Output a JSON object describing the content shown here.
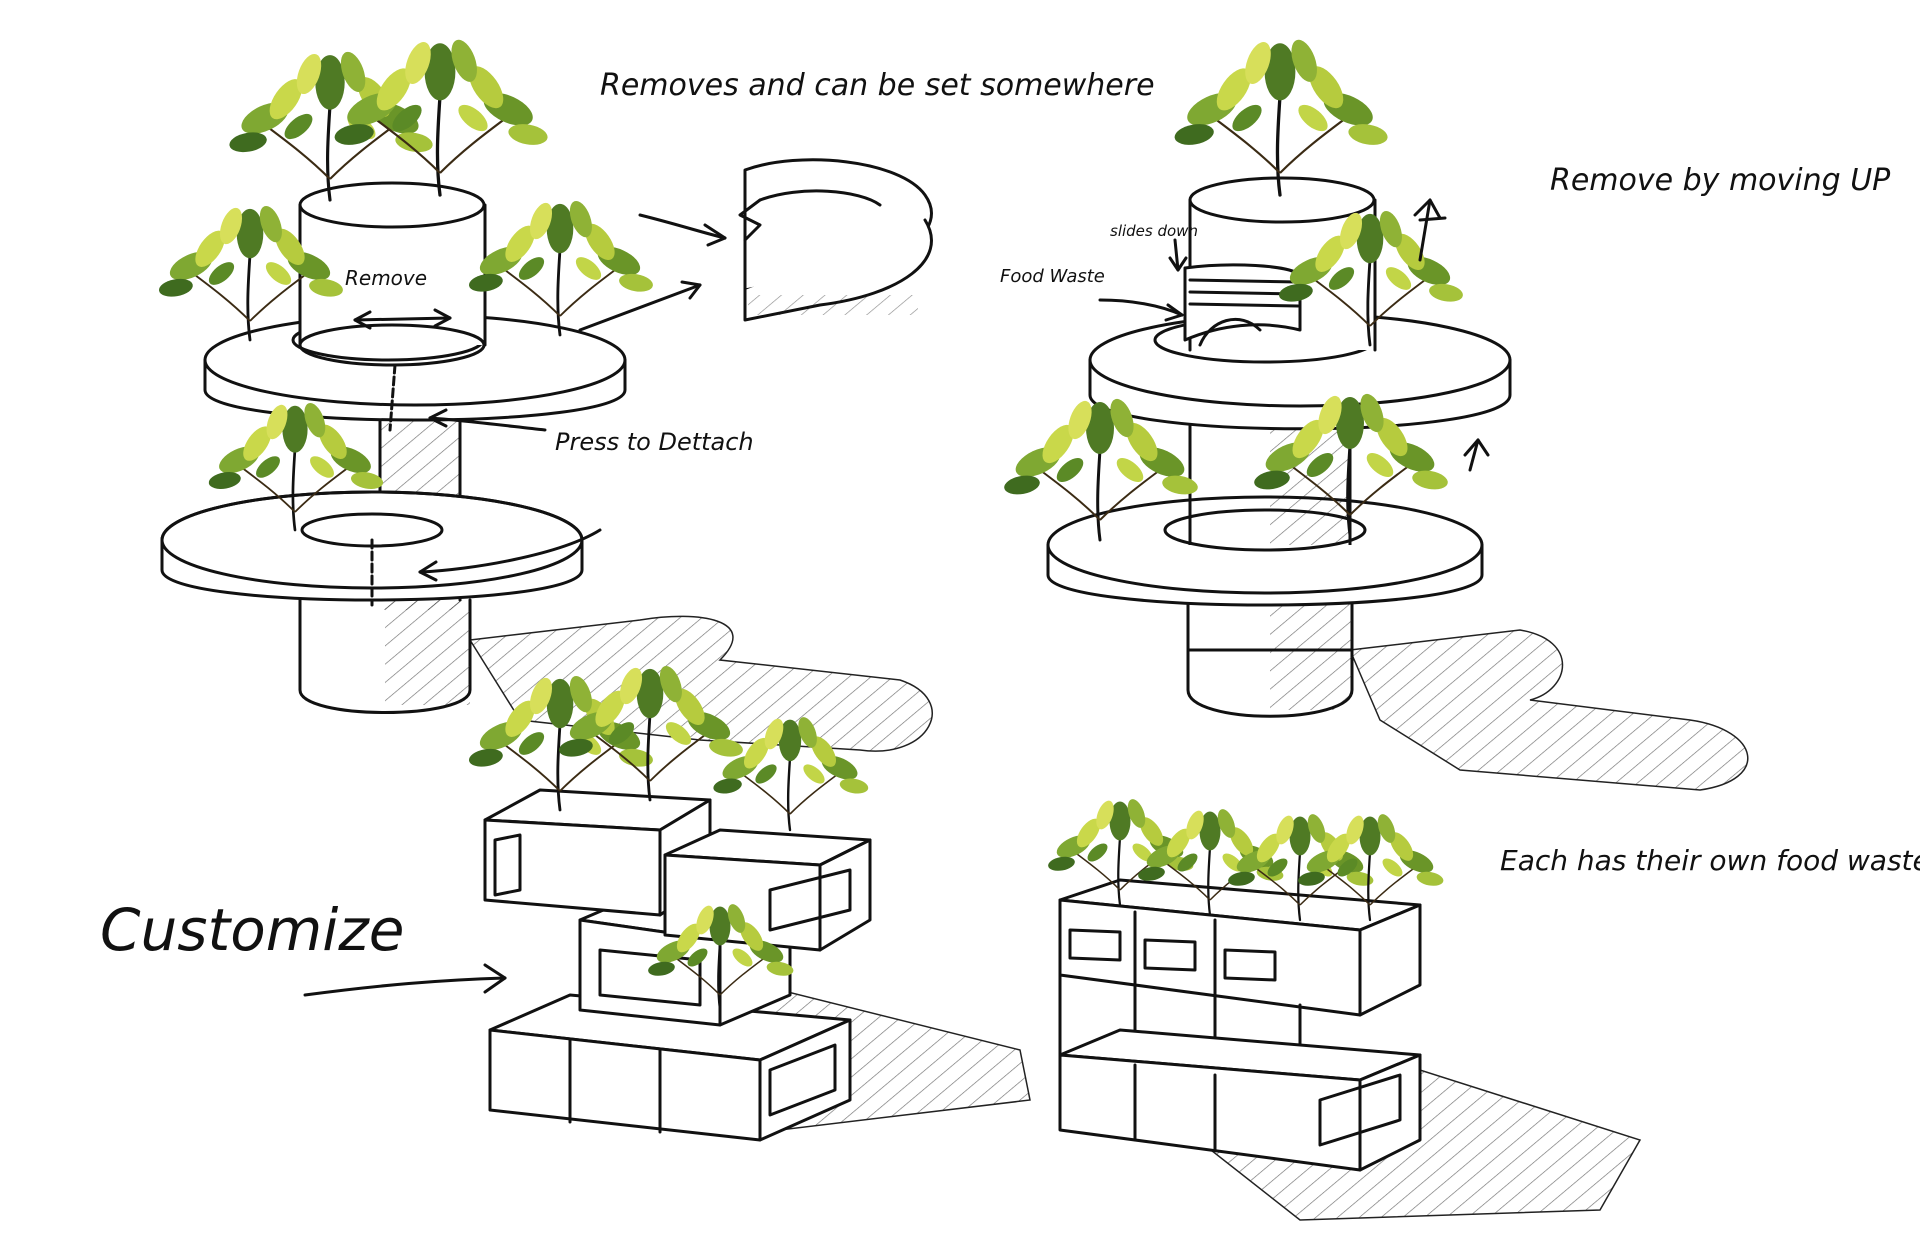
{
  "annotations": {
    "top_left": {
      "removes": "Removes and can be set somewhere",
      "remove": "Remove",
      "press": "Press to Dettach"
    },
    "top_right": {
      "slides": "slides down",
      "food_waste": "Food Waste",
      "remove_up": "Remove by moving UP"
    },
    "bottom_left": {
      "customize": "Customize"
    },
    "bottom_right": {
      "each": "Each has their own food waste system"
    }
  },
  "colors": {
    "ink": "#111111",
    "leaf_dark": "#3f6b1f",
    "leaf_mid": "#7fa832",
    "leaf_light": "#c9d84a"
  }
}
